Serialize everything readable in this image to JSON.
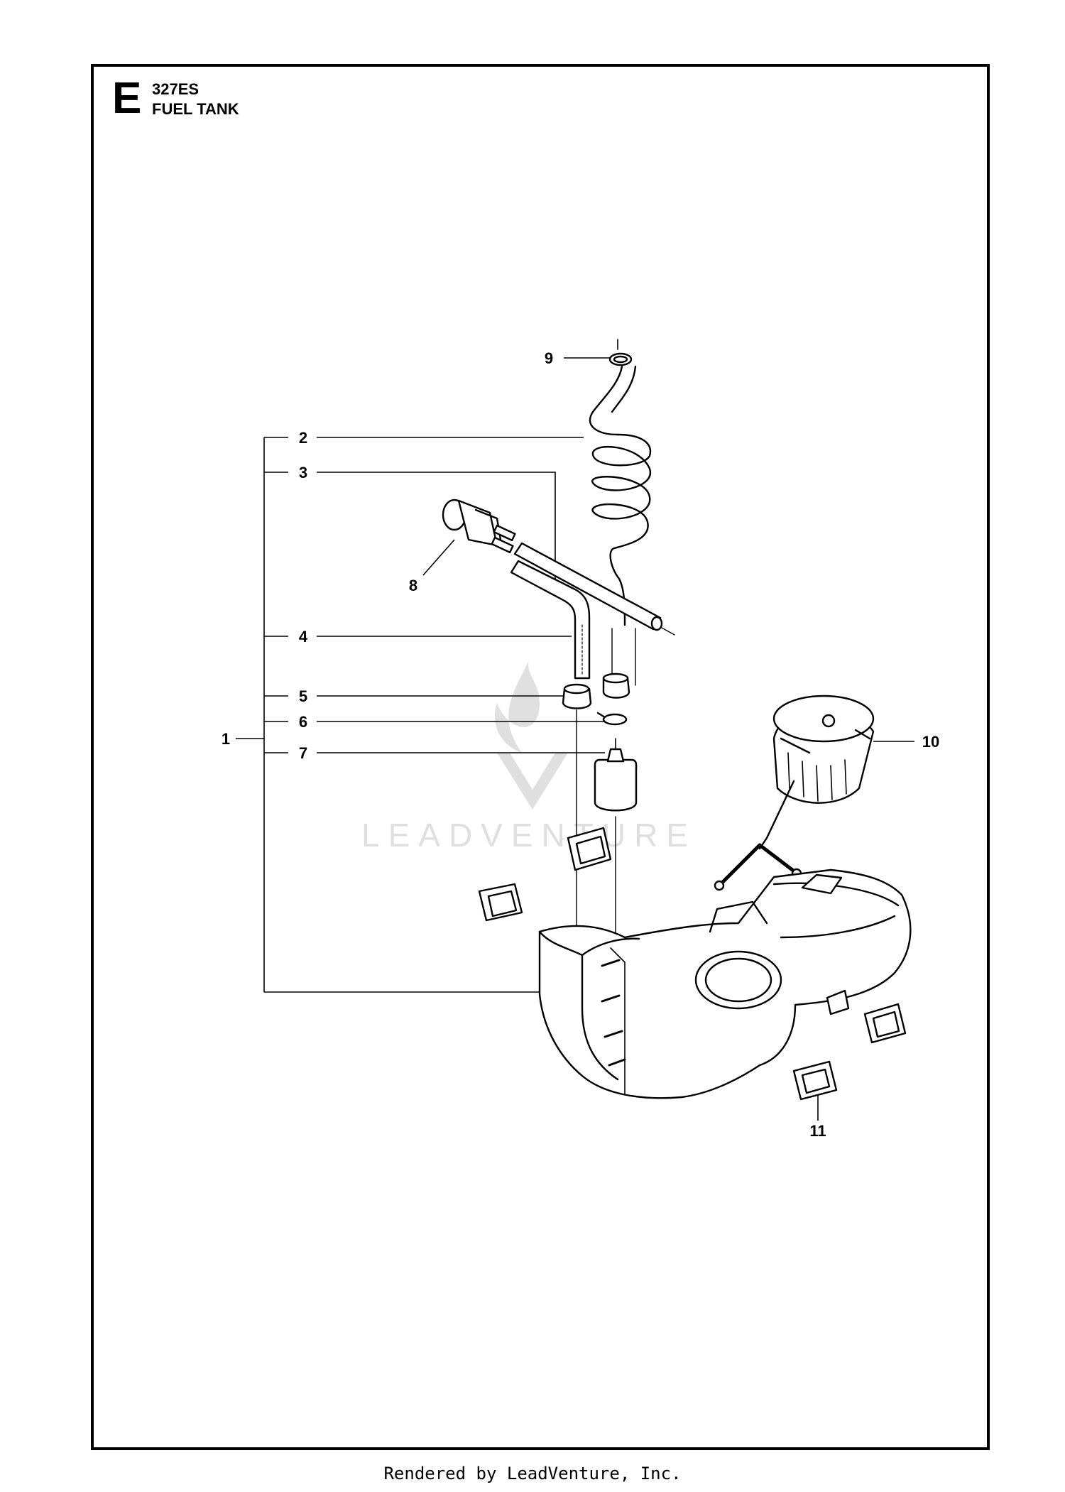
{
  "header": {
    "section_letter": "E",
    "model": "327ES",
    "section_name": "FUEL TANK"
  },
  "callouts": [
    "1",
    "2",
    "3",
    "4",
    "5",
    "6",
    "7",
    "8",
    "9",
    "10",
    "11"
  ],
  "watermark": "LEADVENTURE",
  "footer": "Rendered by LeadVenture, Inc."
}
